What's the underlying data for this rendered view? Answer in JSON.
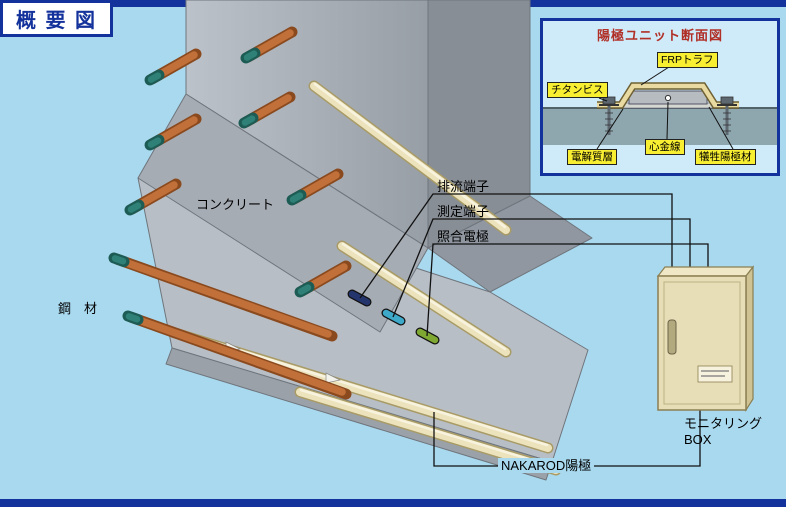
{
  "page": {
    "title": "概 要 図",
    "colors": {
      "background": "#a9d9ef",
      "accent_blue": "#14329b",
      "callout_yellow": "#f8ee32",
      "trough_cream": "#ece3bd",
      "monitoring_box_beige": "#e7ddb6",
      "inset_title_red": "#b03028"
    }
  },
  "main_diagram": {
    "concrete_label": "コンクリート",
    "steel_label": "鋼　材",
    "anode_label": "NAKAROD陽極",
    "monitoring_box_label_line1": "モニタリング",
    "monitoring_box_label_line2": "BOX",
    "terminals": [
      {
        "label": "排流端子",
        "color": "#24356e"
      },
      {
        "label": "測定端子",
        "color": "#3fa9c9"
      },
      {
        "label": "照合電極",
        "color": "#7fa833"
      }
    ]
  },
  "inset": {
    "title": "陽極ユニット断面図",
    "callouts": {
      "frp_trough": "FRPトラフ",
      "titanium_screw": "チタンビス",
      "electrolyte_layer": "電解質層",
      "core_wire": "心金線",
      "sacrificial_anode": "犠牲陽極材"
    }
  }
}
